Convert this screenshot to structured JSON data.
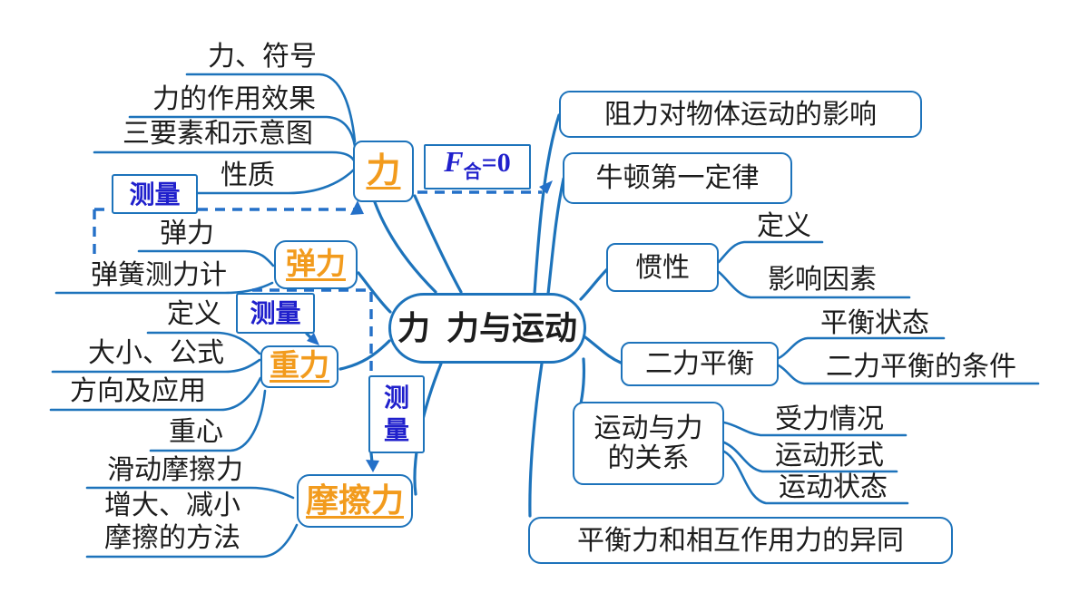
{
  "colors": {
    "line_blue": "#1d73bb",
    "dash_blue": "#2470c8",
    "accent_orange": "#f29b1d",
    "measure_blue": "#2020cc",
    "ink": "#1c1c1c"
  },
  "center": {
    "label": "力  力与运动"
  },
  "measure_label": "测量",
  "fhe": {
    "f": "F",
    "sub": "合",
    "eq": "=0"
  },
  "force": {
    "label": "力",
    "children": [
      "力、符号",
      "力的作用效果",
      "三要素和示意图",
      "性质"
    ]
  },
  "elastic": {
    "label": "弹力",
    "children": [
      "弹力",
      "弹簧测力计"
    ]
  },
  "gravity": {
    "label": "重力",
    "children": [
      "定义",
      "大小、公式",
      "方向及应用",
      "重心"
    ]
  },
  "friction": {
    "label": "摩擦力",
    "children": [
      "滑动摩擦力",
      "增大、减小\n摩擦的方法"
    ]
  },
  "right": {
    "drag": "阻力对物体运动的影响",
    "newton": "牛顿第一定律",
    "inertia": {
      "label": "惯性",
      "children": [
        "定义",
        "影响因素"
      ]
    },
    "balance": {
      "label": "二力平衡",
      "children": [
        "平衡状态",
        "二力平衡的条件"
      ]
    },
    "motion": {
      "label": "运动与力\n的关系",
      "children": [
        "受力情况",
        "运动形式",
        "运动状态"
      ]
    },
    "diff": "平衡力和相互作用力的异同"
  }
}
